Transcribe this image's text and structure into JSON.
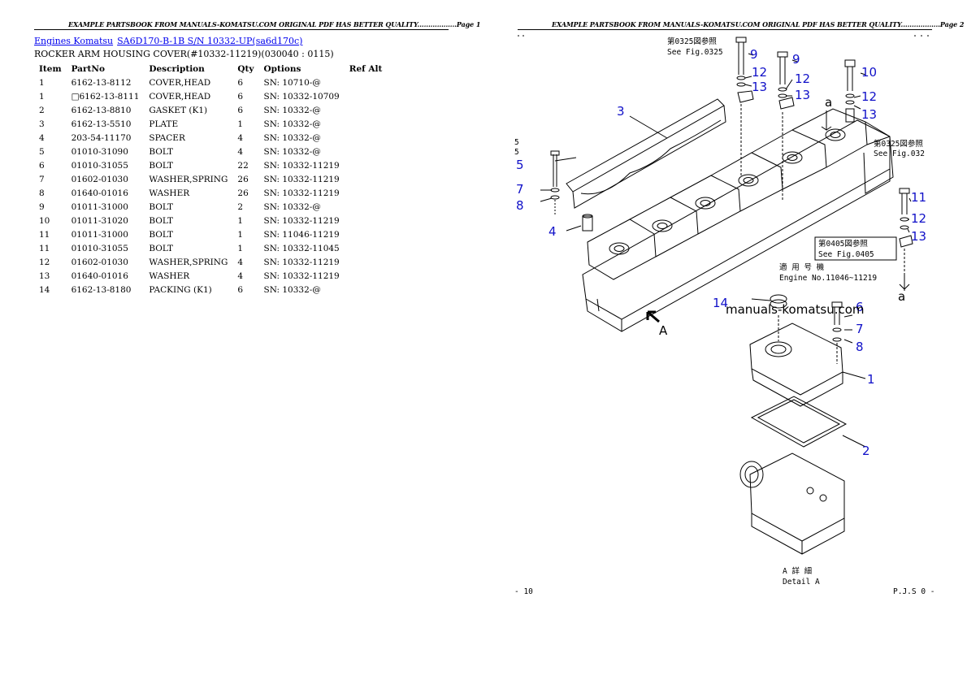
{
  "header": {
    "page1": "EXAMPLE PARTSBOOK FROM MANUALS-KOMATSU.COM ORIGINAL PDF HAS BETTER QUALITY..................Page 1",
    "page2": "EXAMPLE PARTSBOOK FROM MANUALS-KOMATSU.COM ORIGINAL PDF HAS BETTER QUALITY..................Page 2"
  },
  "breadcrumb": {
    "link1": "Engines Komatsu",
    "link2": "SA6D170-B-1B S/N 10332-UP(sa6d170c)"
  },
  "subtitle": "ROCKER ARM HOUSING COVER(#10332-11219)(030040 : 0115)",
  "table": {
    "headers": [
      "Item",
      "PartNo",
      "Description",
      "Qty",
      "Options",
      "Ref Alt"
    ],
    "rows": [
      [
        "1",
        "6162-13-8112",
        "COVER,HEAD",
        "6",
        "SN: 10710-@",
        ""
      ],
      [
        "1",
        "□6162-13-8111",
        "COVER,HEAD",
        "6",
        "SN: 10332-10709",
        ""
      ],
      [
        "2",
        "6162-13-8810",
        "GASKET (K1)",
        "6",
        "SN: 10332-@",
        ""
      ],
      [
        "3",
        "6162-13-5510",
        "PLATE",
        "1",
        "SN: 10332-@",
        ""
      ],
      [
        "4",
        "203-54-11170",
        "SPACER",
        "4",
        "SN: 10332-@",
        ""
      ],
      [
        "5",
        "01010-31090",
        "BOLT",
        "4",
        "SN: 10332-@",
        ""
      ],
      [
        "6",
        "01010-31055",
        "BOLT",
        "22",
        "SN: 10332-11219",
        ""
      ],
      [
        "7",
        "01602-01030",
        "WASHER,SPRING",
        "26",
        "SN: 10332-11219",
        ""
      ],
      [
        "8",
        "01640-01016",
        "WASHER",
        "26",
        "SN: 10332-11219",
        ""
      ],
      [
        "9",
        "01011-31000",
        "BOLT",
        "2",
        "SN: 10332-@",
        ""
      ],
      [
        "10",
        "01011-31020",
        "BOLT",
        "1",
        "SN: 10332-11219",
        ""
      ],
      [
        "11",
        "01011-31000",
        "BOLT",
        "1",
        "SN: 11046-11219",
        ""
      ],
      [
        "11",
        "01010-31055",
        "BOLT",
        "1",
        "SN: 10332-11045",
        ""
      ],
      [
        "12",
        "01602-01030",
        "WASHER,SPRING",
        "4",
        "SN: 10332-11219",
        ""
      ],
      [
        "13",
        "01640-01016",
        "WASHER",
        "4",
        "SN: 10332-11219",
        ""
      ],
      [
        "14",
        "6162-13-8180",
        "PACKING (K1)",
        "6",
        "SN: 10332-@",
        ""
      ]
    ]
  },
  "diagram": {
    "callouts": {
      "c1": "1",
      "c2": "2",
      "c3": "3",
      "c4": "4",
      "c5": "5",
      "c6": "6",
      "c7": "7",
      "c8": "8",
      "c9a": "9",
      "c9b": "9",
      "c10": "10",
      "c11": "11",
      "c12a": "12",
      "c12b": "12",
      "c12c": "12",
      "c12d": "12",
      "c13a": "13",
      "c13b": "13",
      "c13c": "13",
      "c13d": "13",
      "c14": "14"
    },
    "ref_a_top": "a",
    "ref_a_bottom": "a",
    "view_label": "A",
    "ref_0325_top_jp": "第0325図参照",
    "ref_0325_top_en": "See Fig.0325",
    "ref_0325_right_jp": "第0325図参照",
    "ref_0325_right_en": "See Fig.032",
    "ref_0405_jp": "第0405図参照",
    "ref_0405_en": "See Fig.0405",
    "applic_jp": "適 用 号 機",
    "applic_en": "Engine No.11046~11219",
    "detail_jp": "A 詳 細",
    "detail_en": "Detail A",
    "corner_left_top": "5",
    "corner_left_sym": "5",
    "footer_left": "- 10",
    "footer_right": "P.J.S 0 -"
  },
  "watermark": "manuals-komatsu.com",
  "colors": {
    "link": "#0000ee",
    "callout": "#1010c8"
  }
}
